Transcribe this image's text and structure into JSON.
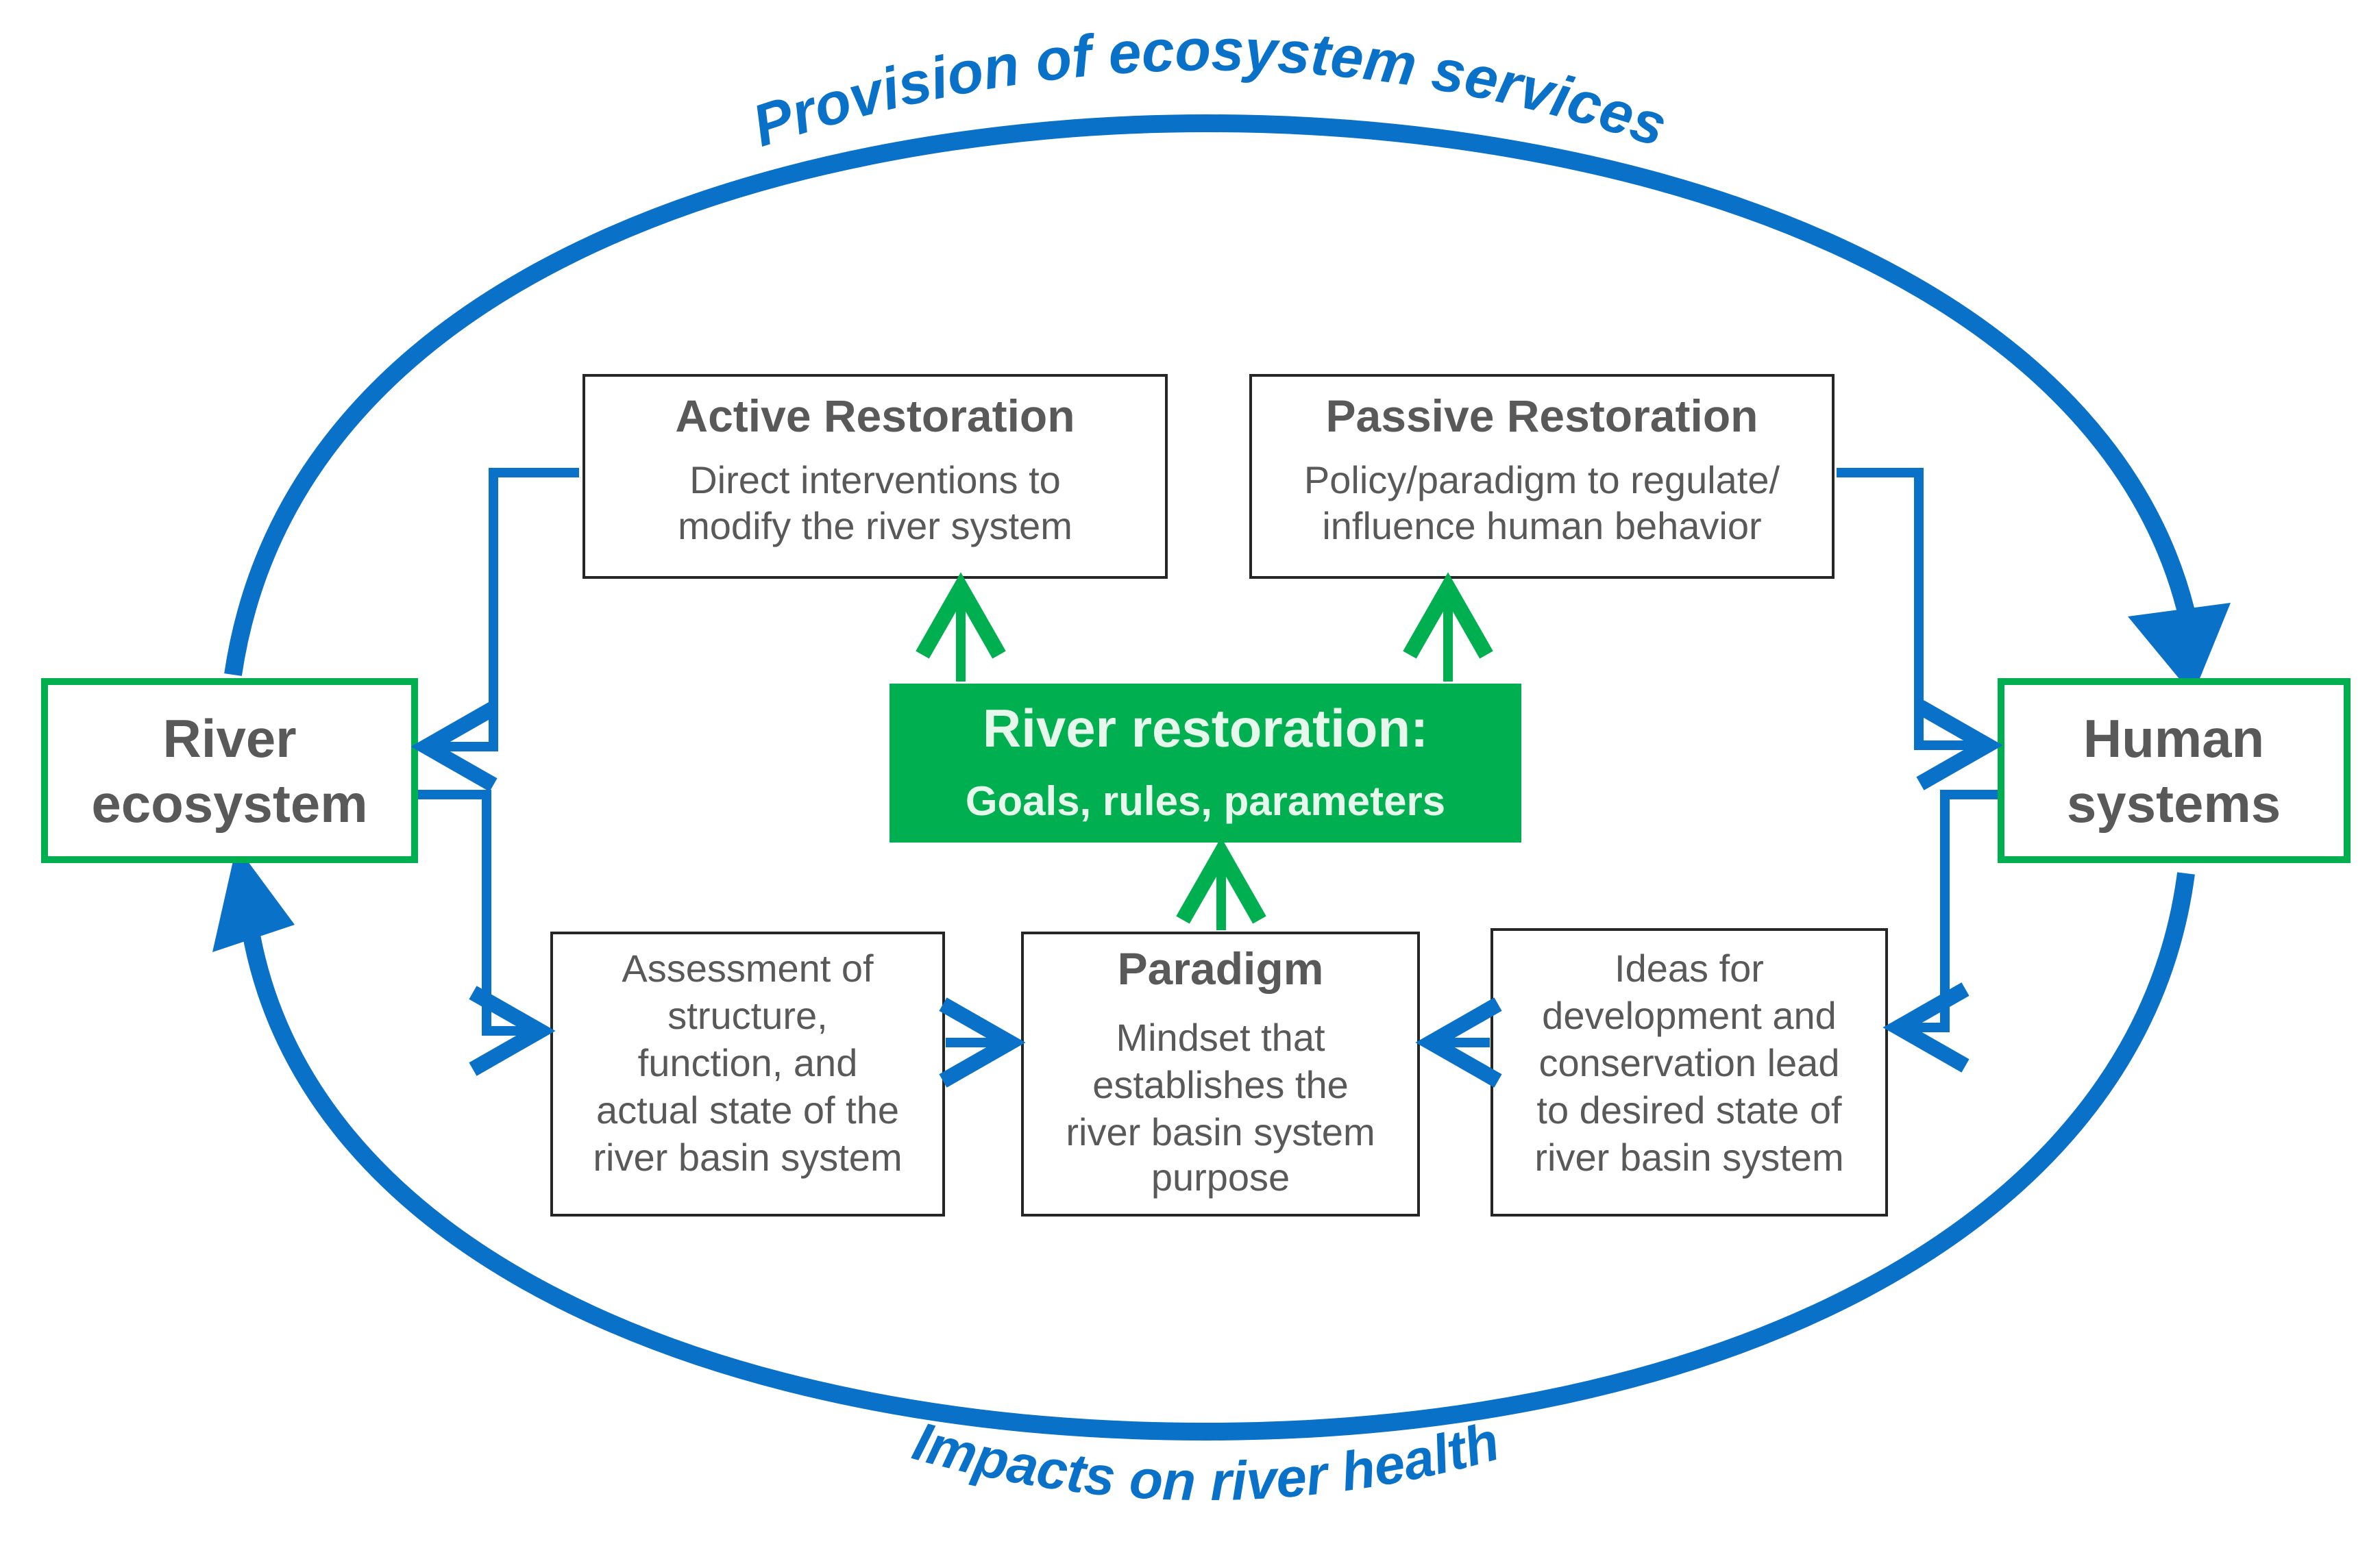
{
  "colors": {
    "blue": "#0a71c9",
    "green": "#00b050",
    "text_gray": "#595959",
    "center_text": "#e6f7ec"
  },
  "outer_loop": {
    "top_label": "Provision of ecosystem services",
    "bottom_label": "Impacts on river health"
  },
  "nodes": {
    "river_ecosystem": {
      "line1": "River",
      "line2": "ecosystem"
    },
    "human_systems": {
      "line1": "Human",
      "line2": "systems"
    }
  },
  "center": {
    "title": "River restoration:",
    "subtitle": "Goals, rules, parameters"
  },
  "active_restoration": {
    "title": "Active Restoration",
    "lines": [
      "Direct interventions  to",
      "modify the river system"
    ]
  },
  "passive_restoration": {
    "title": "Passive Restoration",
    "lines": [
      "Policy/paradigm  to regulate/",
      "influence human behavior"
    ]
  },
  "assessment": {
    "lines": [
      "Assessment  of",
      "structure,",
      "function, and",
      "actual state of the",
      "river basin system"
    ]
  },
  "paradigm": {
    "title": "Paradigm",
    "lines": [
      "Mindset that",
      "establishes  the",
      "river basin system",
      "purpose"
    ]
  },
  "ideas": {
    "lines": [
      "Ideas for",
      "development and",
      "conservation lead",
      "to desired state of",
      "river basin system"
    ]
  }
}
